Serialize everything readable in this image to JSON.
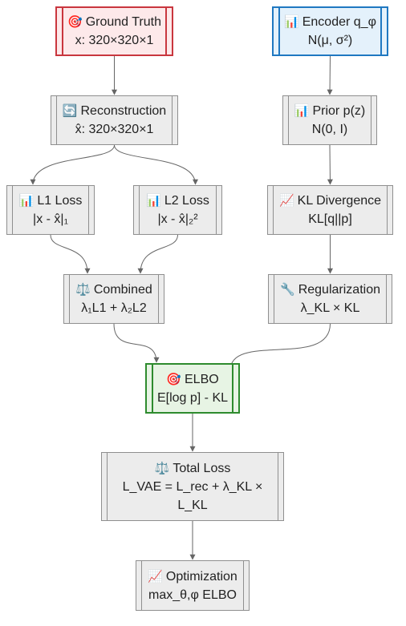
{
  "nodes": {
    "ground_truth": {
      "icon": "🎯",
      "icon_name": "target-icon",
      "title": "Ground Truth",
      "sub": "x: 320×320×1"
    },
    "encoder": {
      "icon": "📊",
      "icon_name": "bar-chart-icon",
      "title": "Encoder q_φ",
      "sub": "N(μ, σ²)"
    },
    "reconstruction": {
      "icon": "🔄",
      "icon_name": "refresh-icon",
      "title": "Reconstruction",
      "sub": "x̂: 320×320×1"
    },
    "prior": {
      "icon": "📊",
      "icon_name": "bar-chart-icon",
      "title": "Prior p(z)",
      "sub": "N(0, I)"
    },
    "l1_loss": {
      "icon": "📊",
      "icon_name": "bar-chart-icon",
      "title": "L1 Loss",
      "sub": "|x - x̂|₁"
    },
    "l2_loss": {
      "icon": "📊",
      "icon_name": "bar-chart-icon",
      "title": "L2 Loss",
      "sub": "|x - x̂|₂²"
    },
    "kl_divergence": {
      "icon": "📈",
      "icon_name": "line-chart-icon",
      "title": "KL Divergence",
      "sub": "KL[q||p]"
    },
    "combined": {
      "icon": "⚖️",
      "icon_name": "balance-scale-icon",
      "title": "Combined",
      "sub": "λ₁L1 + λ₂L2"
    },
    "regularization": {
      "icon": "🔧",
      "icon_name": "wrench-icon",
      "title": "Regularization",
      "sub": "λ_KL × KL"
    },
    "elbo": {
      "icon": "🎯",
      "icon_name": "target-icon",
      "title": "ELBO",
      "sub": "E[log p] - KL"
    },
    "total_loss": {
      "icon": "⚖️",
      "icon_name": "balance-scale-icon",
      "title": "Total Loss",
      "sub": "L_VAE = L_rec + λ_KL × L_KL"
    },
    "optimization": {
      "icon": "📈",
      "icon_name": "line-chart-icon",
      "title": "Optimization",
      "sub": "max_θ,φ ELBO"
    }
  },
  "edges": [
    [
      "ground_truth",
      "reconstruction"
    ],
    [
      "encoder",
      "prior"
    ],
    [
      "reconstruction",
      "l1_loss"
    ],
    [
      "reconstruction",
      "l2_loss"
    ],
    [
      "prior",
      "kl_divergence"
    ],
    [
      "l1_loss",
      "combined"
    ],
    [
      "l2_loss",
      "combined"
    ],
    [
      "kl_divergence",
      "regularization"
    ],
    [
      "combined",
      "elbo"
    ],
    [
      "regularization",
      "elbo"
    ],
    [
      "elbo",
      "total_loss"
    ],
    [
      "total_loss",
      "optimization"
    ]
  ],
  "colors": {
    "edge": "#666666",
    "red_border": "#c9363e",
    "blue_border": "#1f78c1",
    "green_border": "#2e8b2e",
    "node_fill": "#ececec"
  }
}
